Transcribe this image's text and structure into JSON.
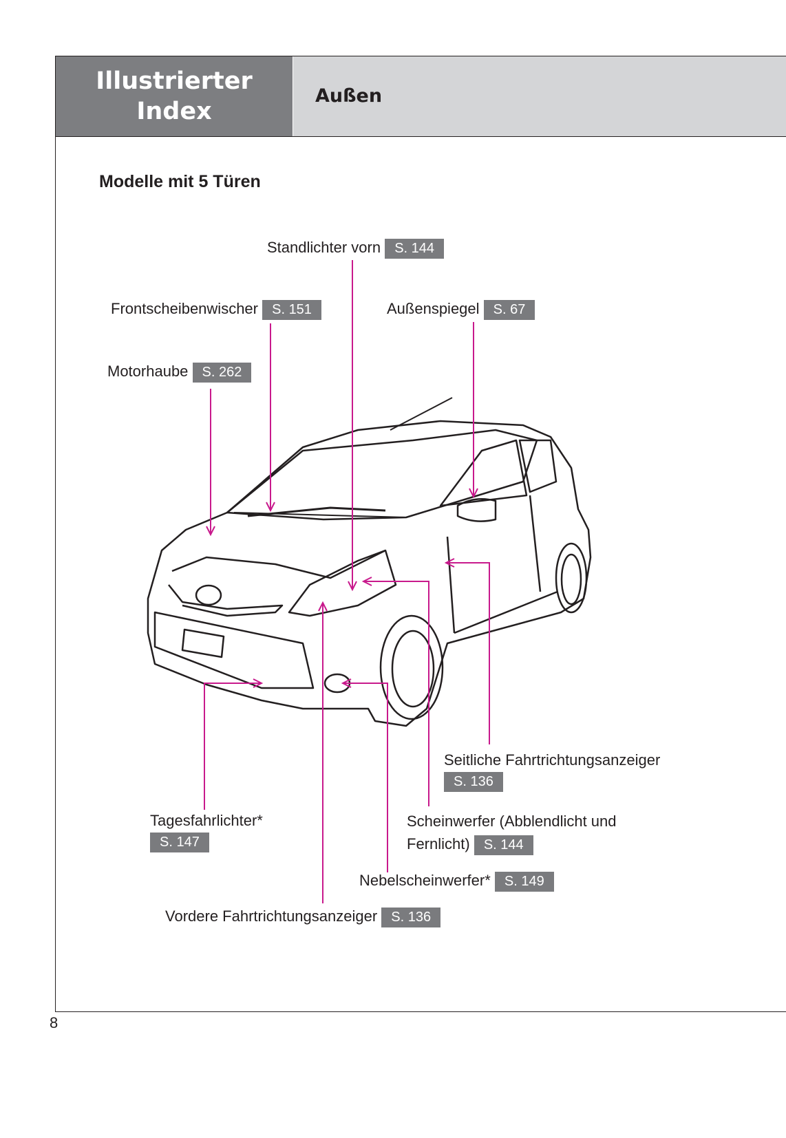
{
  "header": {
    "section": [
      "Illustrierter",
      "Index"
    ],
    "title": "Außen"
  },
  "subtitle": "Modelle mit 5 Türen",
  "callouts": [
    {
      "label": "Standlichter vorn",
      "page": "S. 144"
    },
    {
      "label": "Frontscheibenwischer",
      "page": "S. 151"
    },
    {
      "label": "Außenspiegel",
      "page": "S. 67"
    },
    {
      "label": "Motorhaube",
      "page": "S. 262"
    },
    {
      "label": "Seitliche Fahrtrichtungsanzeiger",
      "page": "S. 136"
    },
    {
      "label": "Tagesfahrlichter*",
      "page": "S. 147"
    },
    {
      "label": "Scheinwerfer (Abblendlicht und",
      "label2": "Fernlicht)",
      "page": "S. 144"
    },
    {
      "label": "Nebelscheinwerfer*",
      "page": "S. 149"
    },
    {
      "label": "Vordere Fahrtrichtungsanzeiger",
      "page": "S. 136"
    }
  ],
  "page_number": "8",
  "colors": {
    "accent": "#c8198c",
    "header_dark": "#7d7e81",
    "header_light": "#d4d5d7"
  }
}
